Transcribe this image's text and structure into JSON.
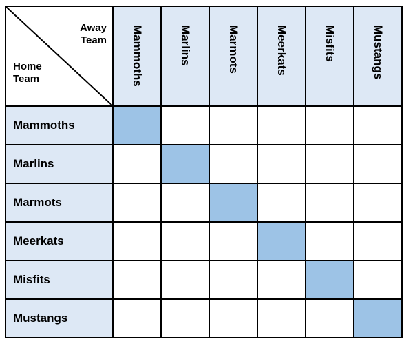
{
  "corner": {
    "away_label": "Away\nTeam",
    "home_label": "Home\nTeam"
  },
  "teams": [
    "Mammoths",
    "Marlins",
    "Marmots",
    "Meerkats",
    "Misfits",
    "Mustangs"
  ],
  "colors": {
    "header_fill": "#dde8f5",
    "diagonal_fill": "#9dc3e6",
    "grid_line": "#000000"
  }
}
